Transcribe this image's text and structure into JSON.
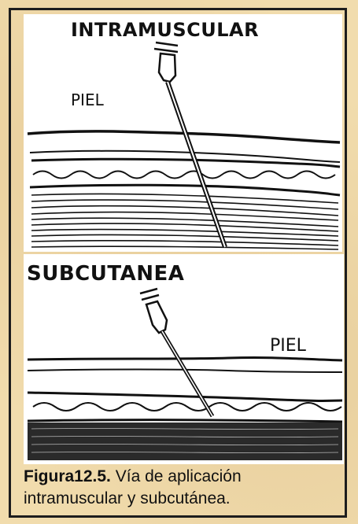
{
  "figure": {
    "top_panel": {
      "title": "INTRAMUSCULAR",
      "skin_label": "PIEL"
    },
    "bottom_panel": {
      "title": "SUBCUTANEA",
      "skin_label": "PIEL"
    },
    "caption": {
      "number": "Figura12.5.",
      "text": " Vía de aplicación intramuscular  y subcutánea."
    }
  }
}
